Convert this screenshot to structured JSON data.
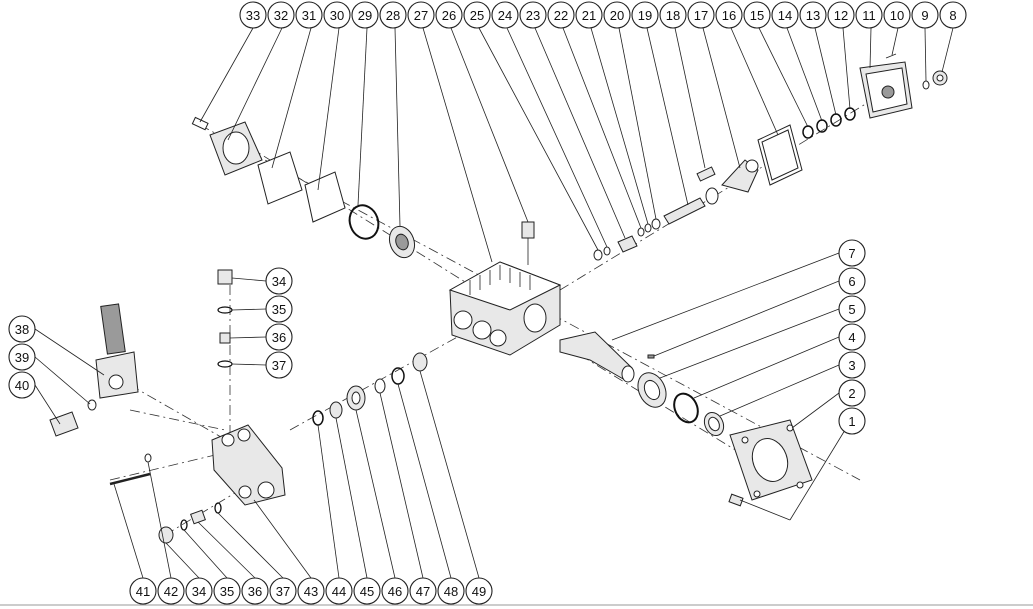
{
  "callouts": {
    "top": [
      "33",
      "32",
      "31",
      "30",
      "29",
      "28",
      "27",
      "26",
      "25",
      "24",
      "23",
      "22",
      "21",
      "20",
      "19",
      "18",
      "17",
      "16",
      "15",
      "14",
      "13",
      "12",
      "11",
      "10",
      "9",
      "8"
    ],
    "right": [
      "7",
      "6",
      "5",
      "4",
      "3",
      "2",
      "1"
    ],
    "left": [
      "38",
      "39",
      "40"
    ],
    "middle": [
      "34",
      "35",
      "36",
      "37"
    ],
    "bottom": [
      "41",
      "42",
      "34",
      "35",
      "36",
      "37",
      "43",
      "44",
      "45",
      "46",
      "47",
      "48",
      "49"
    ]
  }
}
